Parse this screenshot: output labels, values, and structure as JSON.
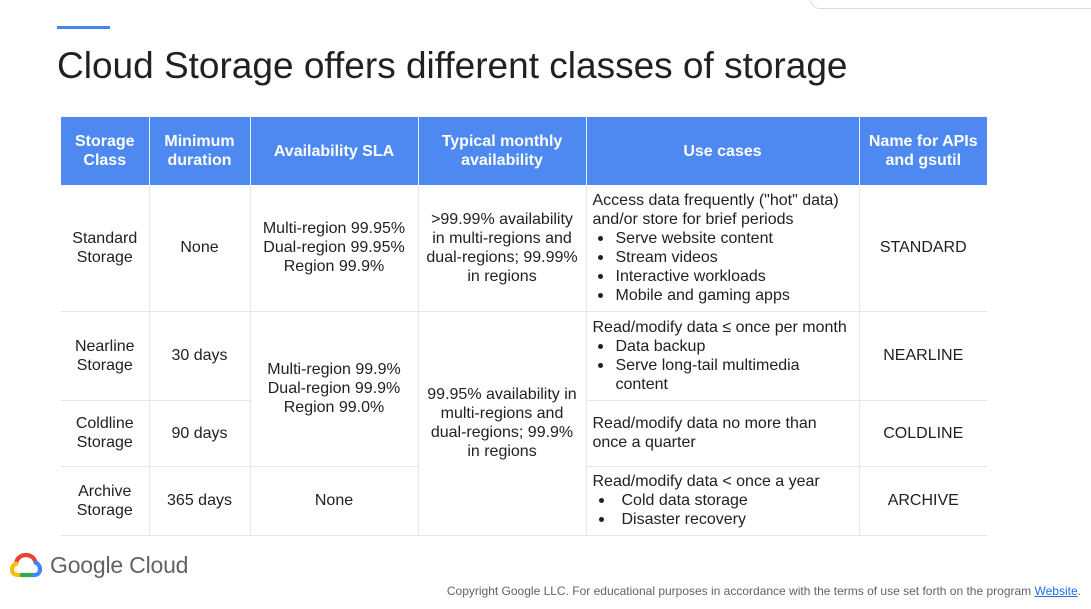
{
  "slide": {
    "title": "Cloud Storage offers different classes of storage"
  },
  "table": {
    "headers": {
      "storage_class": "Storage Class",
      "minimum_duration": "Minimum duration",
      "availability_sla": "Availability SLA",
      "typical_availability": "Typical monthly availability",
      "use_cases": "Use cases",
      "api_name": "Name for APIs and gsutil"
    },
    "standard": {
      "class": "Standard Storage",
      "duration": "None",
      "sla": [
        "Multi-region 99.95%",
        "Dual-region 99.95%",
        "Region 99.9%"
      ],
      "availability": ">99.99% availability in multi-regions and dual-regions; 99.99% in regions",
      "use_desc": "Access data frequently (\"hot\" data) and/or store for brief periods",
      "use_items": [
        "Serve website content",
        "Stream videos",
        "Interactive workloads",
        "Mobile and gaming apps"
      ],
      "api": "STANDARD"
    },
    "nearline": {
      "class": "Nearline Storage",
      "duration": "30 days",
      "use_desc": "Read/modify data ≤ once per month",
      "use_items": [
        "Data backup",
        "Serve long-tail multimedia content"
      ],
      "api": "NEARLINE"
    },
    "nearline_coldline_sla": [
      "Multi-region 99.9%",
      "Dual-region 99.9%",
      "Region 99.0%"
    ],
    "shared_availability": "99.95% availability in multi-regions and dual-regions; 99.9% in regions",
    "coldline": {
      "class": "Coldline Storage",
      "duration": "90 days",
      "use_desc": "Read/modify data no more than once a quarter",
      "api": "COLDLINE"
    },
    "archive": {
      "class": "Archive Storage",
      "duration": "365 days",
      "sla": "None",
      "use_desc": "Read/modify data < once a year",
      "use_items": [
        "Cold data storage",
        "Disaster recovery"
      ],
      "api": "ARCHIVE"
    }
  },
  "footer": {
    "logo_text": "Google Cloud",
    "copyright": "Copyright Google LLC. For educational purposes in accordance with the terms of use set forth on the program ",
    "link_text": "Website",
    "link_tail": "."
  },
  "colors": {
    "header_bg": "#4d89f0",
    "accent": "#4285f4",
    "link": "#1a73e8"
  },
  "icons": {
    "logo": "google-cloud-logo-icon"
  }
}
